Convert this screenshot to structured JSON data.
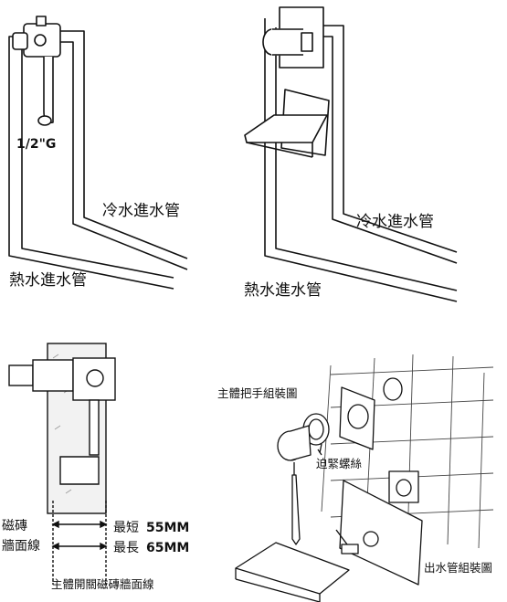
{
  "panel_top_left": {
    "thread_label": "1/2\"G",
    "cold_pipe_label": "冷水進水管",
    "hot_pipe_label": "熱水進水管"
  },
  "panel_top_right": {
    "cold_pipe_label": "冷水進水管",
    "hot_pipe_label": "熱水進水管"
  },
  "panel_bottom_left": {
    "tile_label_line1": "磁磚",
    "tile_label_line2": "牆面線",
    "min_prefix": "最短",
    "min_value": "55MM",
    "max_prefix": "最長",
    "max_value": "65MM",
    "caption": "主體開關磁磚牆面線"
  },
  "panel_bottom_right": {
    "handle_assembly_label": "主體把手組裝圖",
    "set_screw_label": "迫緊螺絲",
    "spout_assembly_label": "出水管組裝圖"
  }
}
